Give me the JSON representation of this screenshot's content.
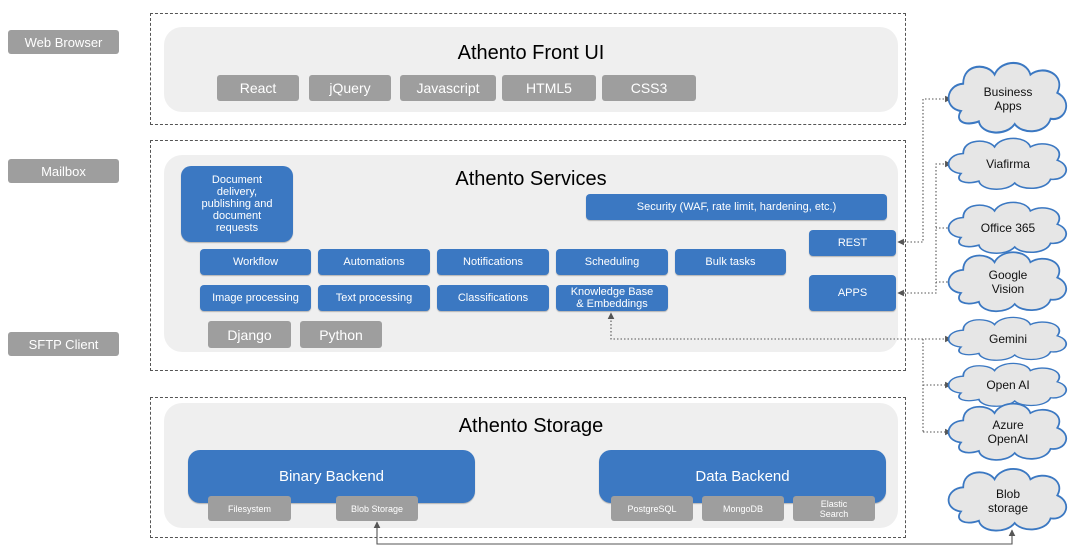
{
  "clients": {
    "web_browser": "Web Browser",
    "mailbox": "Mailbox",
    "sftp_client": "SFTP Client"
  },
  "front": {
    "title": "Athento Front UI",
    "techs": [
      "React",
      "jQuery",
      "Javascript",
      "HTML5",
      "CSS3"
    ]
  },
  "services": {
    "title": "Athento Services",
    "document_delivery": "Document delivery, publishing and document requests",
    "security": "Security (WAF, rate limit, hardening, etc.)",
    "row1": [
      "Workflow",
      "Automations",
      "Notifications",
      "Scheduling",
      "Bulk tasks"
    ],
    "row2": [
      "Image processing",
      "Text processing",
      "Classifications",
      "Knowledge Base & Embeddings"
    ],
    "rest": "REST",
    "apps": "APPS",
    "techs": [
      "Django",
      "Python"
    ]
  },
  "storage": {
    "title": "Athento Storage",
    "binary_backend": "Binary Backend",
    "binary_items": [
      "Filesystem",
      "Blob Storage"
    ],
    "data_backend": "Data Backend",
    "data_items": [
      "PostgreSQL",
      "MongoDB",
      "Elastic Search"
    ]
  },
  "external": {
    "business_apps": "Business Apps",
    "viafirma": "Viafirma",
    "office365": "Office 365",
    "google_vision": "Google Vision",
    "gemini": "Gemini",
    "openai": "Open AI",
    "azure_openai": "Azure OpenAI",
    "blob_storage": "Blob storage"
  },
  "colors": {
    "blue": "#3b78c2",
    "grey": "#9e9e9e",
    "panel": "#efefef",
    "cloud_fill": "#e6e6e6",
    "cloud_stroke": "#3b78c2"
  }
}
